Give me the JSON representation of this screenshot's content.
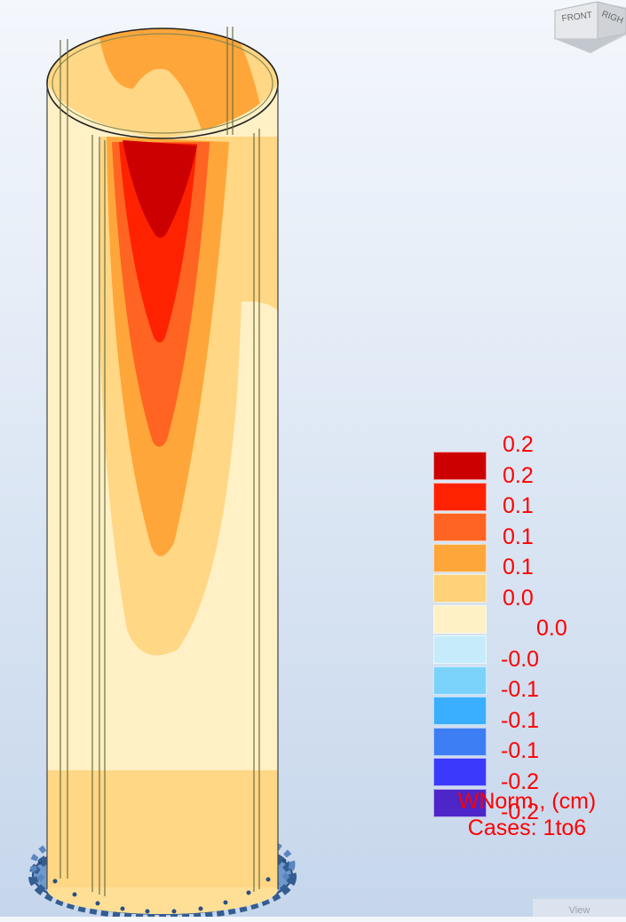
{
  "viewport": {
    "view_cube": {
      "front_label": "FRONT",
      "right_label": "RIGH"
    }
  },
  "legend": {
    "items": [
      {
        "value": "0.2",
        "color": "#cc0000"
      },
      {
        "value": "0.2",
        "color": "#ff2200"
      },
      {
        "value": "0.1",
        "color": "#ff6422"
      },
      {
        "value": "0.1",
        "color": "#ffa63a"
      },
      {
        "value": "0.1",
        "color": "#ffd27a"
      },
      {
        "value": "0.0",
        "color": "#fff0c6"
      },
      {
        "value": "0.0",
        "color": "#c6ecfc"
      },
      {
        "value": "-0.0",
        "color": "#7bd3fc"
      },
      {
        "value": "-0.1",
        "color": "#3aaeff"
      },
      {
        "value": "-0.1",
        "color": "#3e7ef5"
      },
      {
        "value": "-0.1",
        "color": "#3b3afc"
      },
      {
        "value": "-0.2",
        "color": "#4d26c9"
      },
      {
        "value": "-0.2"
      }
    ],
    "caption_line1": "WNorm., (cm)",
    "caption_line2": "Cases: 1to6"
  },
  "status": {
    "view_tab": "View"
  }
}
